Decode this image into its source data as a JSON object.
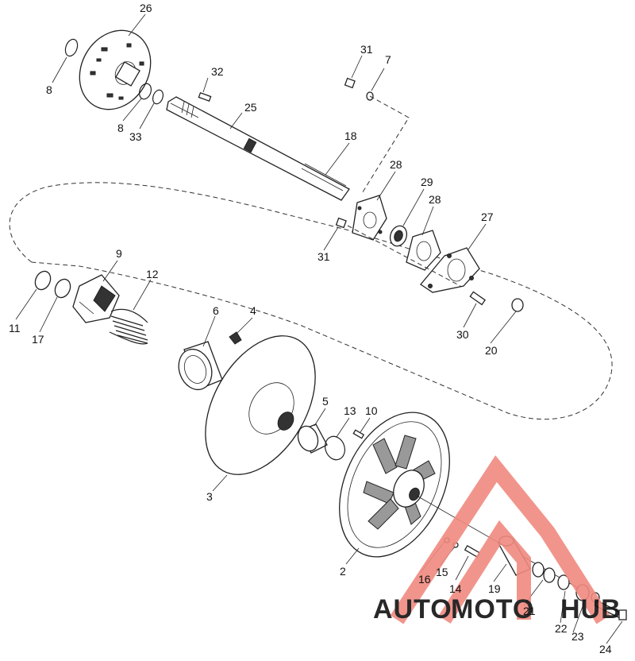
{
  "labels": {
    "p26": "26",
    "p8a": "8",
    "p8b": "8",
    "p33": "33",
    "p32": "32",
    "p25": "25",
    "p31a": "31",
    "p7": "7",
    "p18": "18",
    "p28a": "28",
    "p29": "29",
    "p28b": "28",
    "p27": "27",
    "p31b": "31",
    "p9": "9",
    "p12": "12",
    "p11": "11",
    "p17": "17",
    "p6": "6",
    "p4": "4",
    "p30": "30",
    "p20": "20",
    "p5": "5",
    "p13": "13",
    "p10": "10",
    "p3": "3",
    "p2": "2",
    "p16": "16",
    "p15": "15",
    "p14": "14",
    "p19": "19",
    "p21": "21",
    "p22": "22",
    "p23": "23",
    "p24": "24"
  },
  "watermark": {
    "part_a": "AUTO",
    "part_b": "MOTO",
    "part_c": "HUB",
    "colors": {
      "triangle": "#f08a80",
      "auto": "#f5c26b",
      "moto": "#f08a80",
      "hub": "#9b9b9b"
    }
  }
}
